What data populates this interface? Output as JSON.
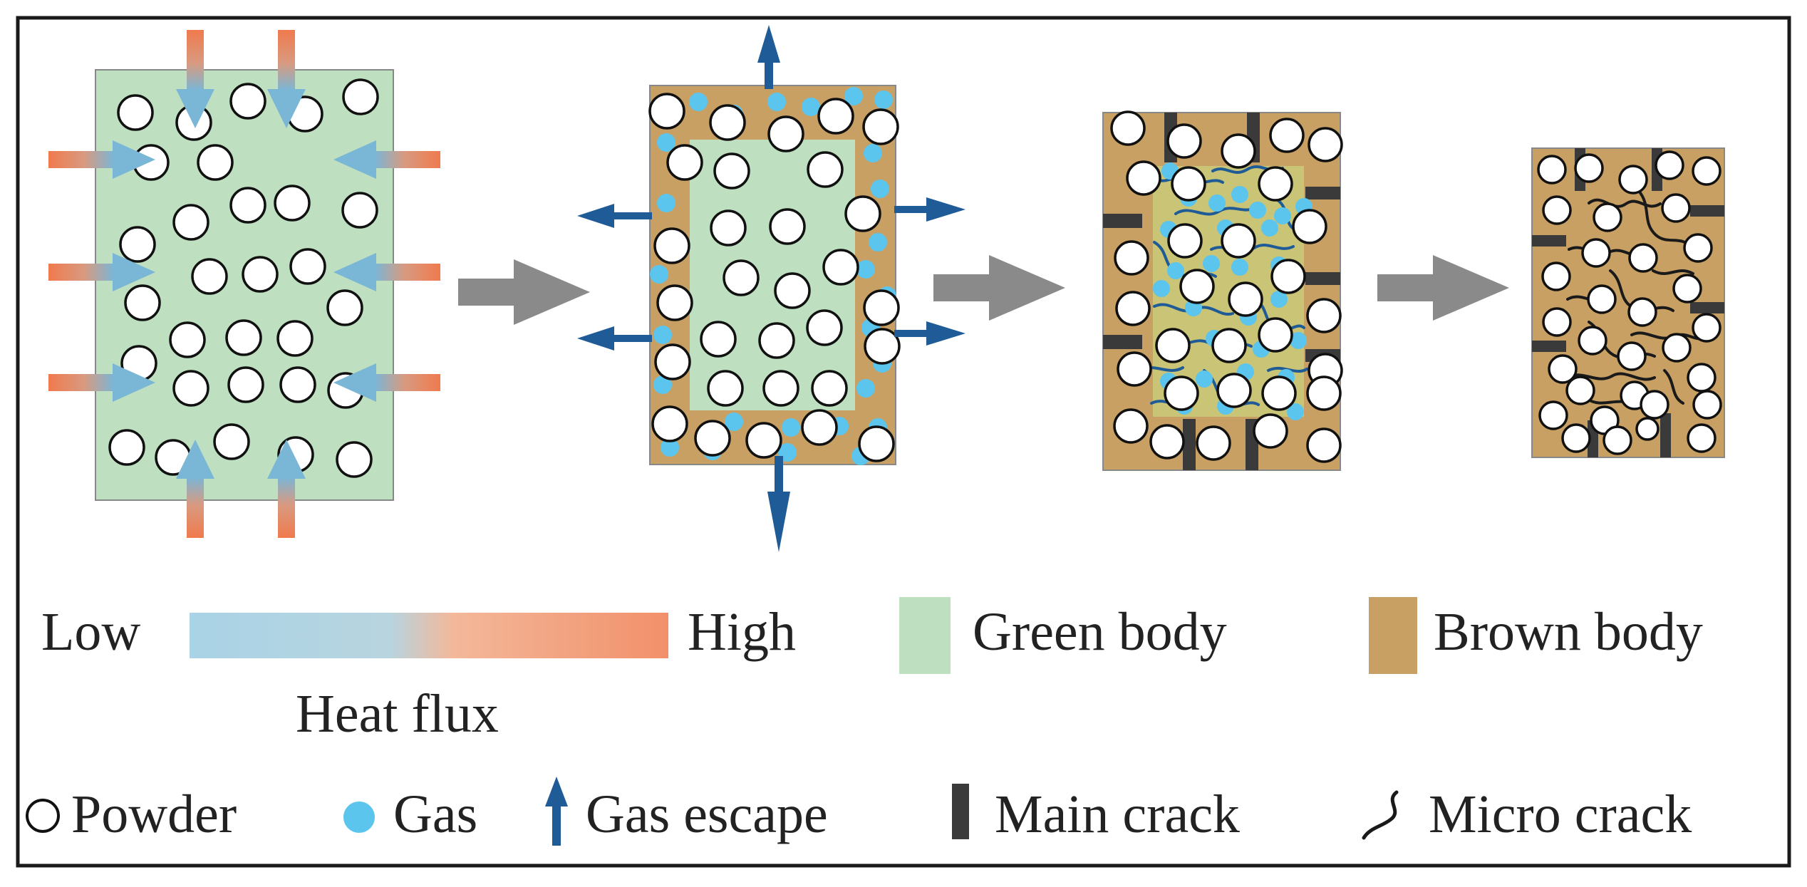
{
  "legend": {
    "heat_low": "Low",
    "heat_high": "High",
    "heat_flux": "Heat flux",
    "green_body": "Green body",
    "brown_body": "Brown body",
    "powder": "Powder",
    "gas": "Gas",
    "gas_escape": "Gas escape",
    "main_crack": "Main crack",
    "micro_crack": "Micro crack"
  },
  "colors": {
    "green_body": "#bfe0c0",
    "brown_body": "#c8a063",
    "gas": "#5cc5ee",
    "gas_escape_arrow": "#1f5b96",
    "crack": "#3a3a3a",
    "heat_low": "#a9d3e6",
    "heat_high": "#f2906a",
    "process_arrow": "#8a8a8a"
  },
  "stages": [
    {
      "name": "stage-1-green-body",
      "icon": "heat-flux-arrows"
    },
    {
      "name": "stage-2-debinding-gas-escape",
      "icon": "gas-escape-arrows"
    },
    {
      "name": "stage-3-main-and-micro-cracks",
      "icon": "main-crack"
    },
    {
      "name": "stage-4-sintered-cracked-part",
      "icon": "micro-crack"
    }
  ]
}
